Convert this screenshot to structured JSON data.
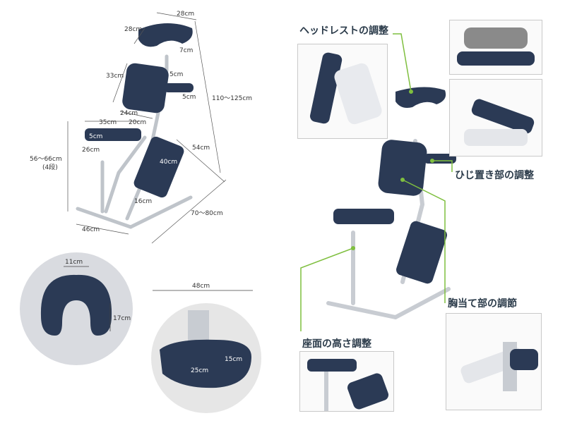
{
  "dimensions": {
    "head_w": "28cm",
    "head_d": "28cm",
    "head_gap": "7cm",
    "chest_h": "33cm",
    "chest_gap": "5cm",
    "arm_gap": "5cm",
    "chest_w": "24cm",
    "height_total": "110〜125cm",
    "seat_w": "35cm",
    "seat_gap": "20cm",
    "seat_th": "5cm",
    "seat_d": "26cm",
    "seat_height": "56〜66cm",
    "seat_levels": "(4段)",
    "knee_pad": "40cm",
    "depth": "54cm",
    "knee_w": "16cm",
    "base_w": "46cm",
    "base_len": "70〜80cm",
    "face_w": "11cm",
    "face_h": "17cm",
    "arm_total": "48cm",
    "arm_a": "25cm",
    "arm_b": "15cm"
  },
  "labels": {
    "headrest": "ヘッドレストの調整",
    "armrest": "ひじ置き部の調整",
    "chest": "胸当て部の調節",
    "seat": "座面の高さ調整"
  },
  "colors": {
    "pad": "#2b3a55",
    "frame": "#c8ccd2",
    "leader": "#7fbf3f"
  }
}
